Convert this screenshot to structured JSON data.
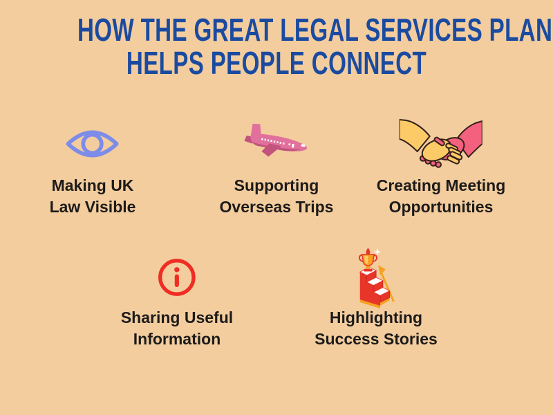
{
  "title": {
    "line1": "HOW THE GREAT LEGAL SERVICES PLAN",
    "line2": "HELPS PEOPLE CONNECT"
  },
  "items": [
    {
      "icon": "eye-icon",
      "label_line1": "Making UK",
      "label_line2": "Law Visible"
    },
    {
      "icon": "airplane-icon",
      "label_line1": "Supporting",
      "label_line2": "Overseas Trips"
    },
    {
      "icon": "handshake-icon",
      "label_line1": "Creating Meeting",
      "label_line2": "Opportunities"
    },
    {
      "icon": "info-icon",
      "label_line1": "Sharing Useful",
      "label_line2": "Information"
    },
    {
      "icon": "staircase-trophy-icon",
      "label_line1": "Highlighting",
      "label_line2": "Success Stories"
    }
  ],
  "colors": {
    "background": "#F3CD9E",
    "title": "#1B4BA0",
    "label": "#1D1B1A",
    "eye_periwinkle": "#7D8CE8",
    "plane_pink": "#E1719C",
    "plane_pink_dark": "#C2537D",
    "handshake_yellow": "#FCCB68",
    "handshake_pink": "#F4617E",
    "outline_dark": "#342019",
    "info_red": "#EF2D24",
    "stairs_red": "#E8352A",
    "stairs_orange": "#F6A120"
  }
}
